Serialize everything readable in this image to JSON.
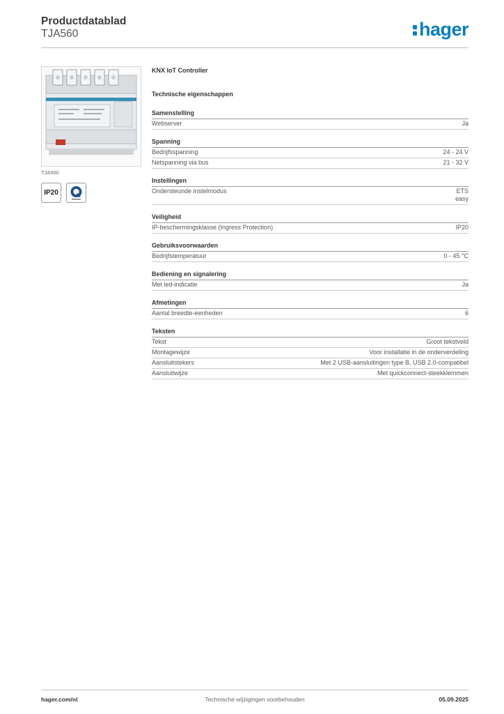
{
  "header": {
    "title": "Productdatablad",
    "subtitle": "TJA560",
    "logo_text": "hager",
    "logo_color": "#0a7dc1"
  },
  "product": {
    "image_caption": "TJA560",
    "ip_badge": "IP20",
    "name": "KNX IoT Controller"
  },
  "tech_title": "Technische eigenschappen",
  "sections": [
    {
      "title": "Samenstelling",
      "rows": [
        {
          "label": "Webserver",
          "values": [
            "Ja"
          ]
        }
      ]
    },
    {
      "title": "Spanning",
      "rows": [
        {
          "label": "Bedrijfsspanning",
          "values": [
            "24 - 24 V"
          ]
        },
        {
          "label": "Netspanning via bus",
          "values": [
            "21 - 32 V"
          ]
        }
      ]
    },
    {
      "title": "Instellingen",
      "rows": [
        {
          "label": "Ondersteunde instelmodus",
          "values": [
            "ETS",
            "easy"
          ]
        }
      ]
    },
    {
      "title": "Veiligheid",
      "rows": [
        {
          "label": "IP-beschermingsklasse (Ingress Protection)",
          "values": [
            "IP20"
          ]
        }
      ]
    },
    {
      "title": "Gebruiksvoorwaarden",
      "rows": [
        {
          "label": "Bedrijfstemperatuur",
          "values": [
            "0 - 45 °C"
          ]
        }
      ]
    },
    {
      "title": "Bediening en signalering",
      "rows": [
        {
          "label": "Met led-indicatie",
          "values": [
            "Ja"
          ]
        }
      ]
    },
    {
      "title": "Afmetingen",
      "rows": [
        {
          "label": "Aantal breedte-eenheden",
          "values": [
            "6"
          ]
        }
      ]
    },
    {
      "title": "Teksten",
      "rows": [
        {
          "label": "Tekst",
          "values": [
            "Groot tekstveld"
          ]
        },
        {
          "label": "Montagewijze",
          "values": [
            "Voor installatie in de onderverdeling"
          ]
        },
        {
          "label": "Aansluitstekers",
          "values": [
            "Met 2 USB-aansluitingen type B, USB 2.0-compatibel"
          ]
        },
        {
          "label": "Aansluitwijze",
          "values": [
            "Met quickconnect-steekklemmen"
          ]
        }
      ]
    }
  ],
  "footer": {
    "website": "hager.com/nl",
    "disclaimer": "Technische wijzigingen voorbehouden",
    "date": "05.09.2025"
  }
}
